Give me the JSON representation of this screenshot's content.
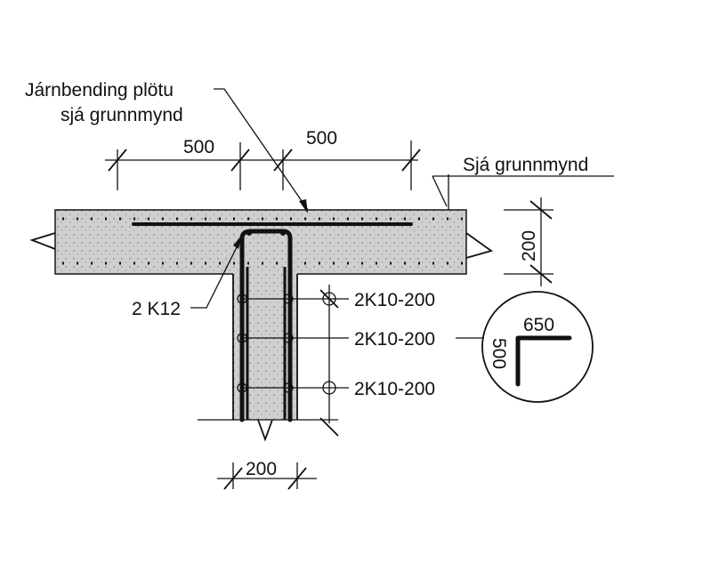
{
  "labels": {
    "slab_reinforcement_line1": "Járnbending plötu",
    "slab_reinforcement_line2": "sjá grunnmynd",
    "see_plan": "Sjá grunnmynd",
    "top_bars": "2 K12",
    "stirrup_1": "2K10-200",
    "stirrup_2": "2K10-200",
    "stirrup_3": "2K10-200"
  },
  "dimensions": {
    "top_left": "500",
    "top_right": "500",
    "slab_thickness": "200",
    "wall_width": "200",
    "bend_horizontal": "650",
    "bend_vertical": "500"
  },
  "colors": {
    "concrete": "#cfcfcf",
    "ink": "#111111"
  }
}
